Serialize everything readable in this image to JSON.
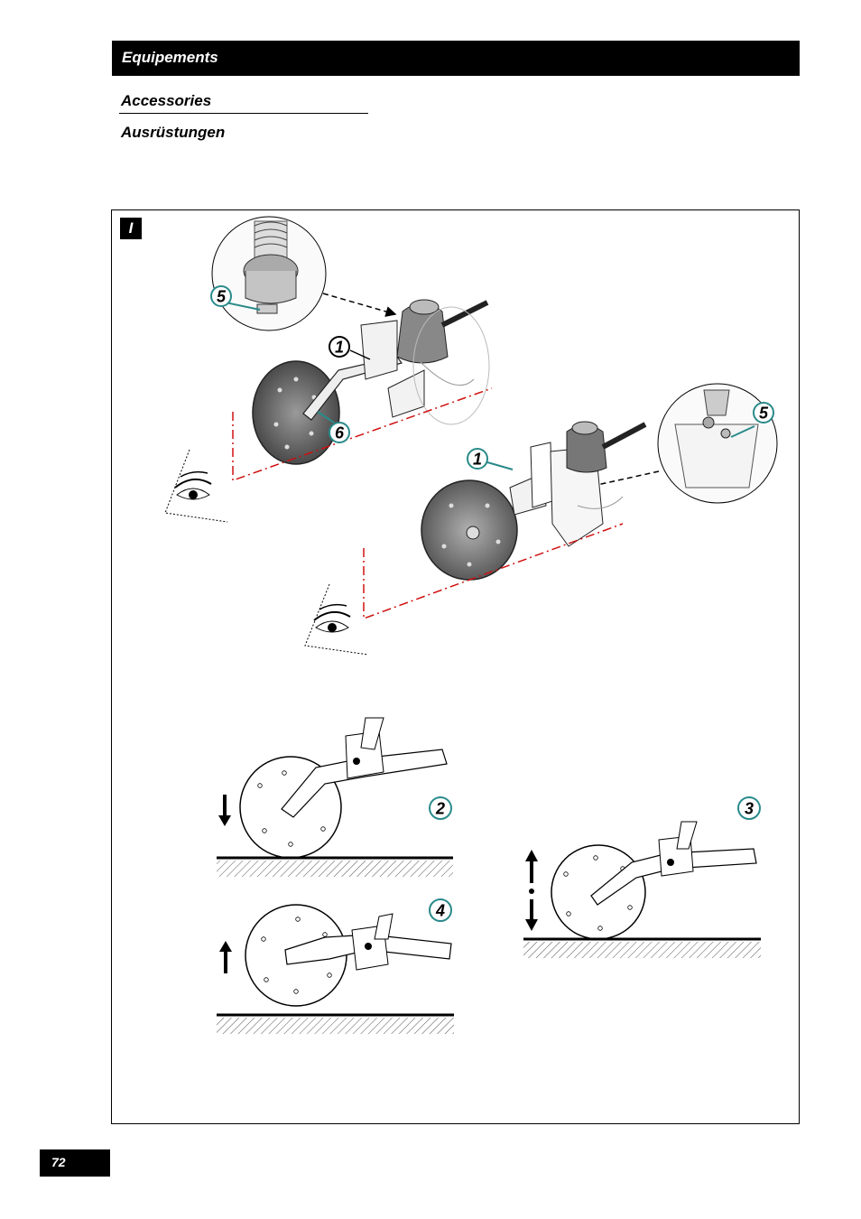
{
  "header": {
    "title": "Equipements"
  },
  "subtitles": {
    "en": "Accessories",
    "de": "Ausrüstungen"
  },
  "figure": {
    "section_label": "I",
    "callouts": [
      "5",
      "1",
      "6",
      "1",
      "5",
      "2",
      "3",
      "4"
    ]
  },
  "footer": {
    "page_number": "72"
  },
  "colors": {
    "accent": "#2a8a8a",
    "dash_red": "#d01010"
  }
}
